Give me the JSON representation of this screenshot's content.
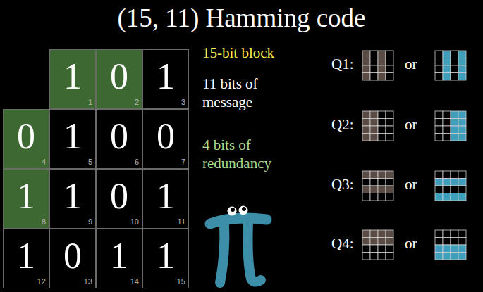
{
  "diagram": {
    "title": "(15, 11) Hamming code",
    "nodes": [
      {
        "text": [
          "1",
          "1"
        ]
      },
      {
        "text": [
          "0",
          "2"
        ]
      },
      {
        "text": [
          "1",
          "3"
        ]
      },
      {
        "text": [
          "0",
          "4"
        ]
      },
      {
        "text": [
          "1",
          "5"
        ]
      },
      {
        "text": [
          "0",
          "6"
        ]
      },
      {
        "text": [
          "0",
          "7"
        ]
      },
      {
        "text": [
          "1",
          "8"
        ]
      },
      {
        "text": [
          "1",
          "9"
        ]
      },
      {
        "text": [
          "0",
          "10"
        ]
      },
      {
        "text": [
          "1",
          "11"
        ]
      },
      {
        "text": [
          "1",
          "12"
        ]
      },
      {
        "text": [
          "0",
          "13"
        ]
      },
      {
        "text": [
          "1",
          "14"
        ]
      },
      {
        "text": [
          "1",
          "15"
        ]
      }
    ],
    "labels": [
      "15-bit block",
      "11 bits of message",
      "4 bits of redundancy",
      "Q1:",
      "or",
      "Q2:",
      "or",
      "Q3:",
      "or",
      "Q4:",
      "or"
    ]
  }
}
